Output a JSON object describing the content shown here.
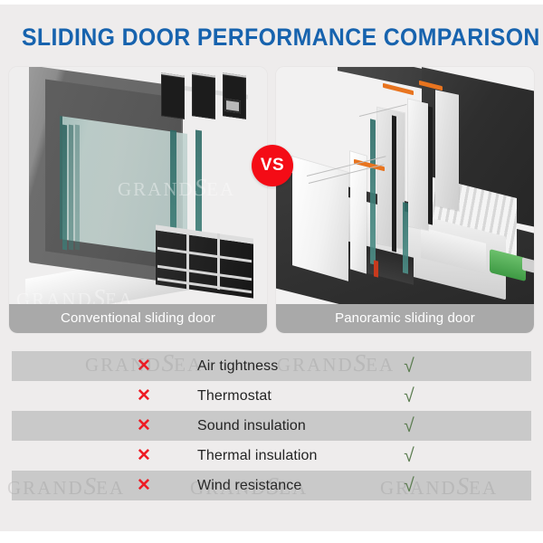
{
  "header": {
    "title": "SLIDING DOOR PERFORMANCE COMPARISON",
    "title_color": "#1763ae"
  },
  "comparison": {
    "vs_badge": {
      "label": "VS",
      "background_color": "#f40c16",
      "text_color": "#ffffff"
    },
    "panels": [
      {
        "id": "conventional",
        "caption": "Conventional sliding door",
        "image_alt": "Cutaway render of a dark grey conventional aluminium sliding door frame with glass panes and profile cross sections",
        "caption_background": "#a9a9a9"
      },
      {
        "id": "panoramic",
        "caption": "Panoramic sliding door",
        "image_alt": "Cutaway render of a white panoramic sliding door system with sill track, orange seals and green drainage plug",
        "caption_background": "#a9a9a9"
      }
    ]
  },
  "feature_table": {
    "cross_symbol": "✕",
    "check_symbol": "√",
    "cross_color": "#ee1b24",
    "check_color": "#5d7e52",
    "shaded_row_color": "#c9c9c9",
    "rows": [
      {
        "conventional": "✕",
        "feature": "Air tightness",
        "panoramic": "√"
      },
      {
        "conventional": "✕",
        "feature": "Thermostat",
        "panoramic": "√"
      },
      {
        "conventional": "✕",
        "feature": "Sound insulation",
        "panoramic": "√"
      },
      {
        "conventional": "✕",
        "feature": "Thermal insulation",
        "panoramic": "√"
      },
      {
        "conventional": "✕",
        "feature": "Wind resistance",
        "panoramic": "√"
      }
    ]
  },
  "watermark": {
    "prefix": "GRAND",
    "script": "S",
    "suffix": "EA"
  }
}
